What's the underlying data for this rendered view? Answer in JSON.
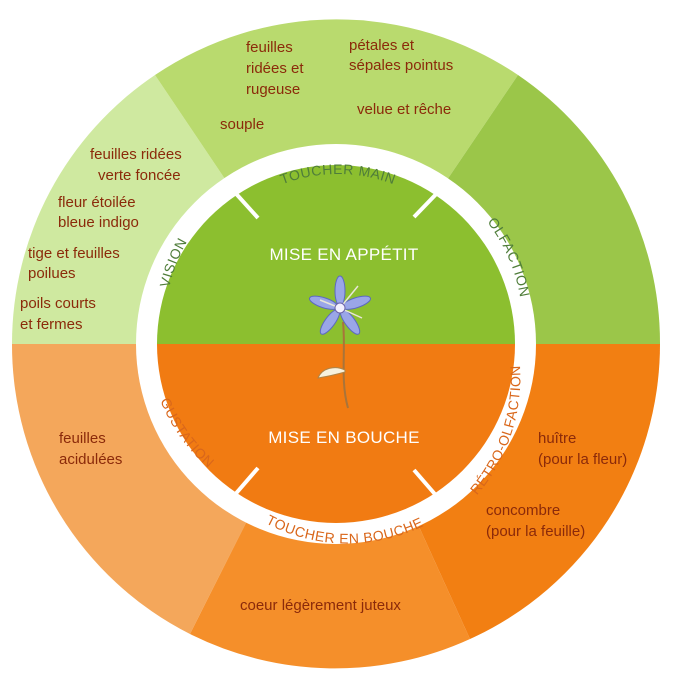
{
  "colors": {
    "vision_sector": "#cfe9a0",
    "toucher_main_sector": "#b9da6e",
    "olfaction_sector": "#9bc649",
    "gustation_sector": "#f4a75b",
    "toucher_bouche_sector": "#f58f2a",
    "retro_sector": "#f27f12",
    "center_top": "#8cbf2f",
    "center_bottom": "#f17b12",
    "text_notes": "#8b2a0a",
    "ring_text_top": "#4f7d3a",
    "ring_text_bottom": "#d9671b"
  },
  "center": {
    "top_label": "MISE EN APPÉTIT",
    "bottom_label": "MISE EN BOUCHE"
  },
  "ring": {
    "toucher_main": "TOUCHER MAIN",
    "olfaction": "OLFACTION",
    "vision": "VISION",
    "gustation": "GUSTATION",
    "retro_olfaction": "RÉTRO-OLFACTION",
    "toucher_bouche": "TOUCHER EN BOUCHE"
  },
  "notes": {
    "toucher_main": {
      "feuilles": [
        "feuilles",
        "ridées et",
        "rugeuse"
      ],
      "petales": [
        "pétales et",
        "sépales pointus"
      ],
      "velue": "velue et rêche",
      "souple": "souple"
    },
    "vision": {
      "feuilles_ridees": [
        "feuilles ridées",
        "verte foncée"
      ],
      "fleur": [
        "fleur étoilée",
        "bleue indigo"
      ],
      "tige": [
        "tige et feuilles",
        "poilues"
      ],
      "poils": [
        "poils courts",
        "et fermes"
      ]
    },
    "gustation": {
      "feuilles": [
        "feuilles",
        "acidulées"
      ]
    },
    "retro_olfaction": {
      "huitre": [
        "huître",
        "(pour la fleur)"
      ],
      "concombre": [
        "concombre",
        "(pour la feuille)"
      ]
    },
    "toucher_bouche": {
      "coeur": "coeur légèrement juteux"
    }
  },
  "flower_icon": "borage-flower-icon"
}
